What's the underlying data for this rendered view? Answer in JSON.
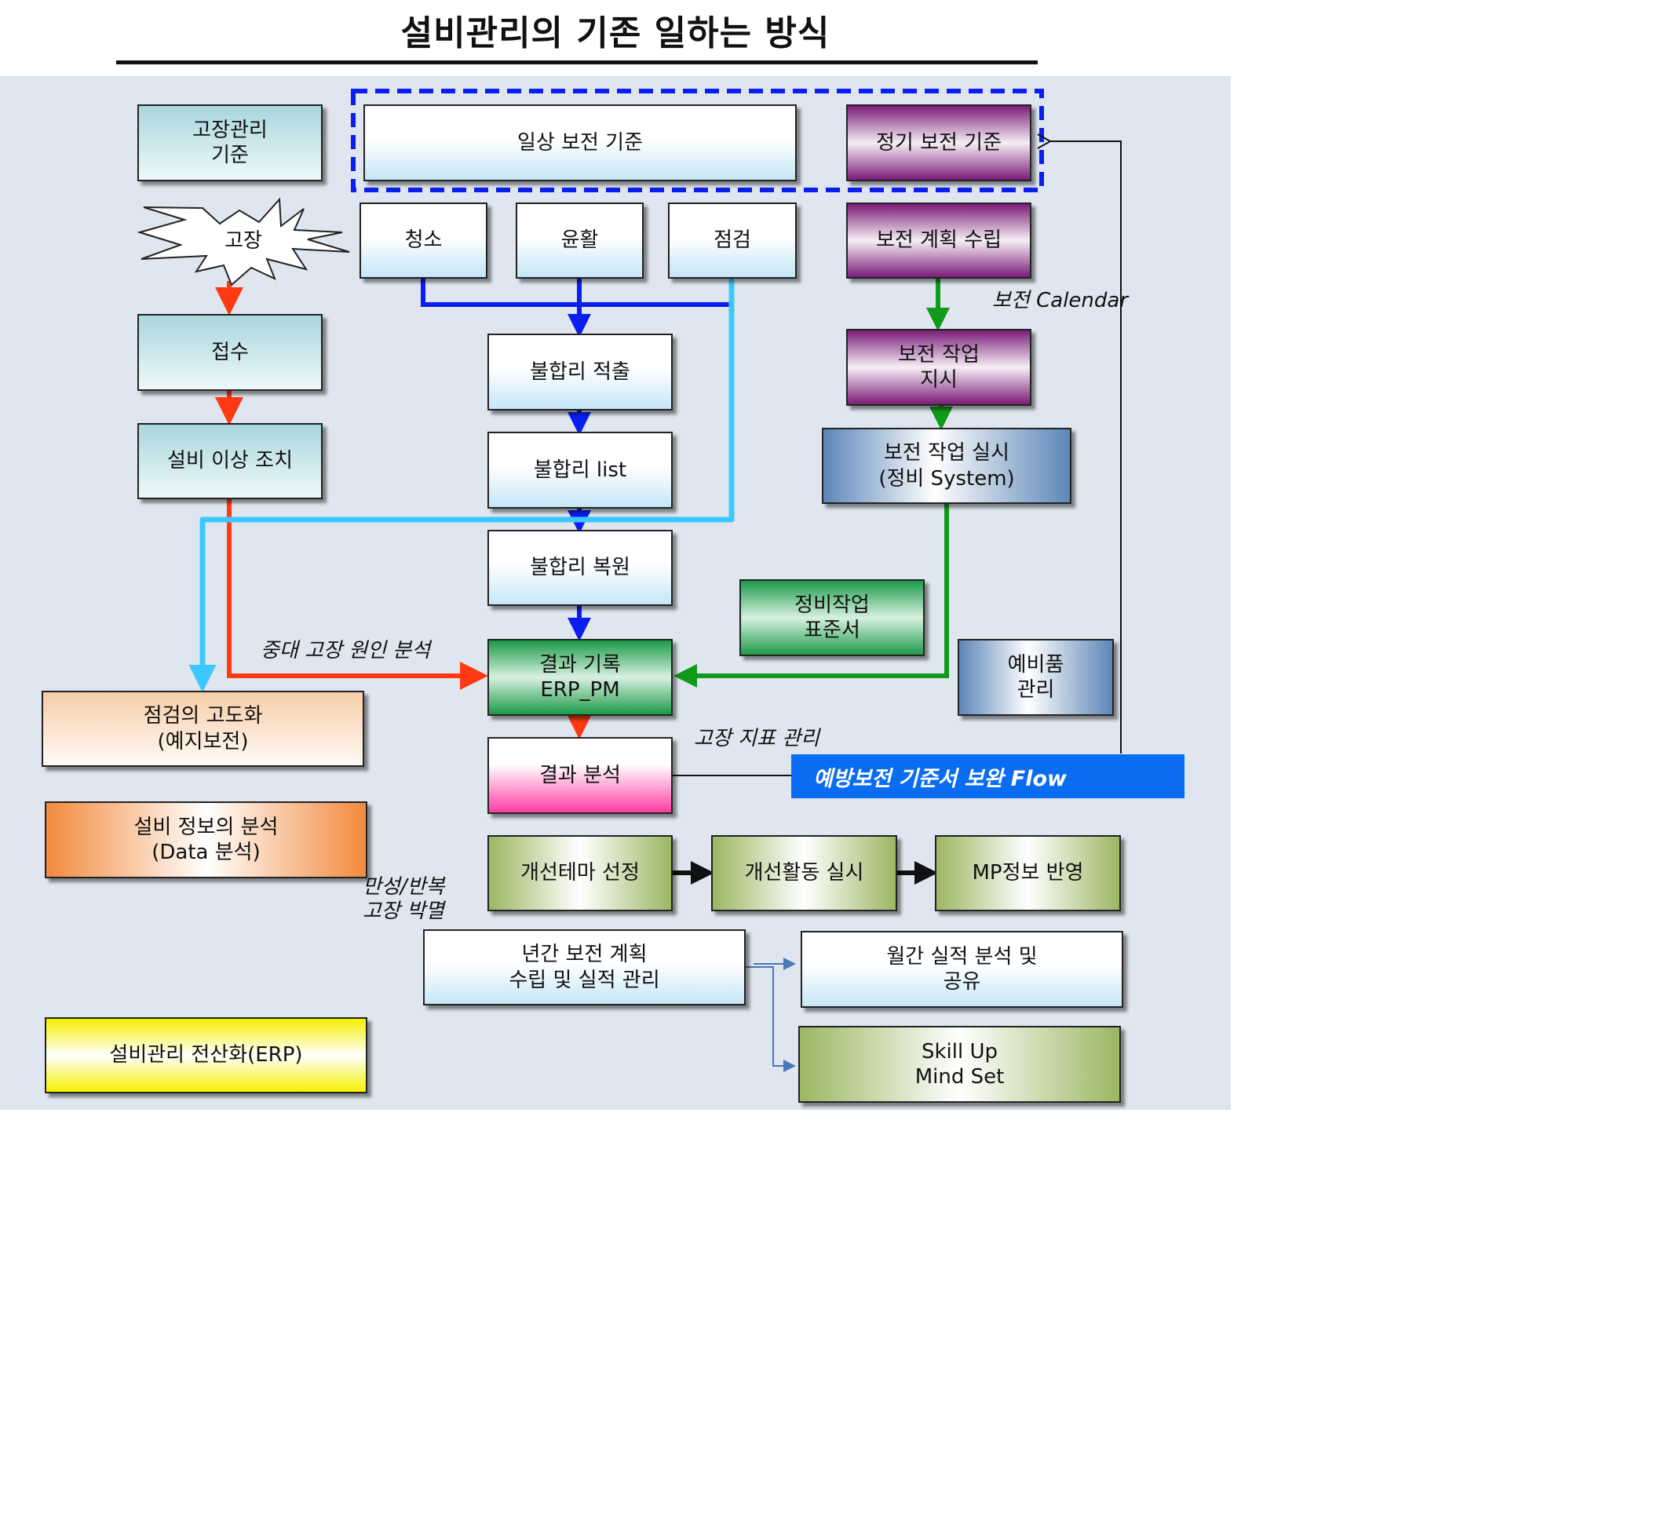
{
  "title": "설비관리의 기존 일하는 방식",
  "boxes": {
    "failure_std": "고장관리\n기준",
    "daily_std": "일상 보전 기준",
    "periodic_std": "정기 보전 기준",
    "failure": "고장",
    "cleaning": "청소",
    "lubrication": "윤활",
    "inspection": "점검",
    "plan": "보전 계획 수립",
    "receipt": "접수",
    "nonconf_detect": "불합리 적출",
    "work_order": "보전  작업\n지시",
    "abnormal_action": "설비 이상 조치",
    "nonconf_list": "불합리 list",
    "work_exec": "보전 작업 실시\n(정비 System)",
    "nonconf_restore": "불합리 복원",
    "work_std_doc": "정비작업\n표준서",
    "result_record": "결과 기록\nERP_PM",
    "spare_parts": "예비품\n관리",
    "advanced_inspection": "점검의 고도화\n(예지보전)",
    "result_analysis": "결과 분석",
    "data_analysis": "설비 정보의 분석\n(Data 분석)",
    "theme_select": "개선테마 선정",
    "improve_activity": "개선활동 실시",
    "mp_reflect": "MP정보 반영",
    "annual_plan": "년간 보전 계획\n수립 및 실적 관리",
    "monthly_share": "월간 실적 분석 및\n공유",
    "skill_up": "Skill Up\nMind Set",
    "erp": "설비관리 전산화(ERP)"
  },
  "notes": {
    "calendar": "보전 Calendar",
    "major_failure": "중대 고장   원인 분석",
    "failure_index": "고장 지표 관리",
    "chronic": "만성/반복\n고장 박멸"
  },
  "banner": "예방보전 기준서 보완 Flow",
  "colors": {
    "red_arrow": "#ff3a12",
    "blue_arrow": "#0a1ef0",
    "cyan_arrow": "#3cc8ff",
    "green_arrow": "#0f9a1a",
    "steel_arrow": "#4a78b8",
    "dashed_frame": "#0a1ef0",
    "banner": "#0a6cf0"
  }
}
